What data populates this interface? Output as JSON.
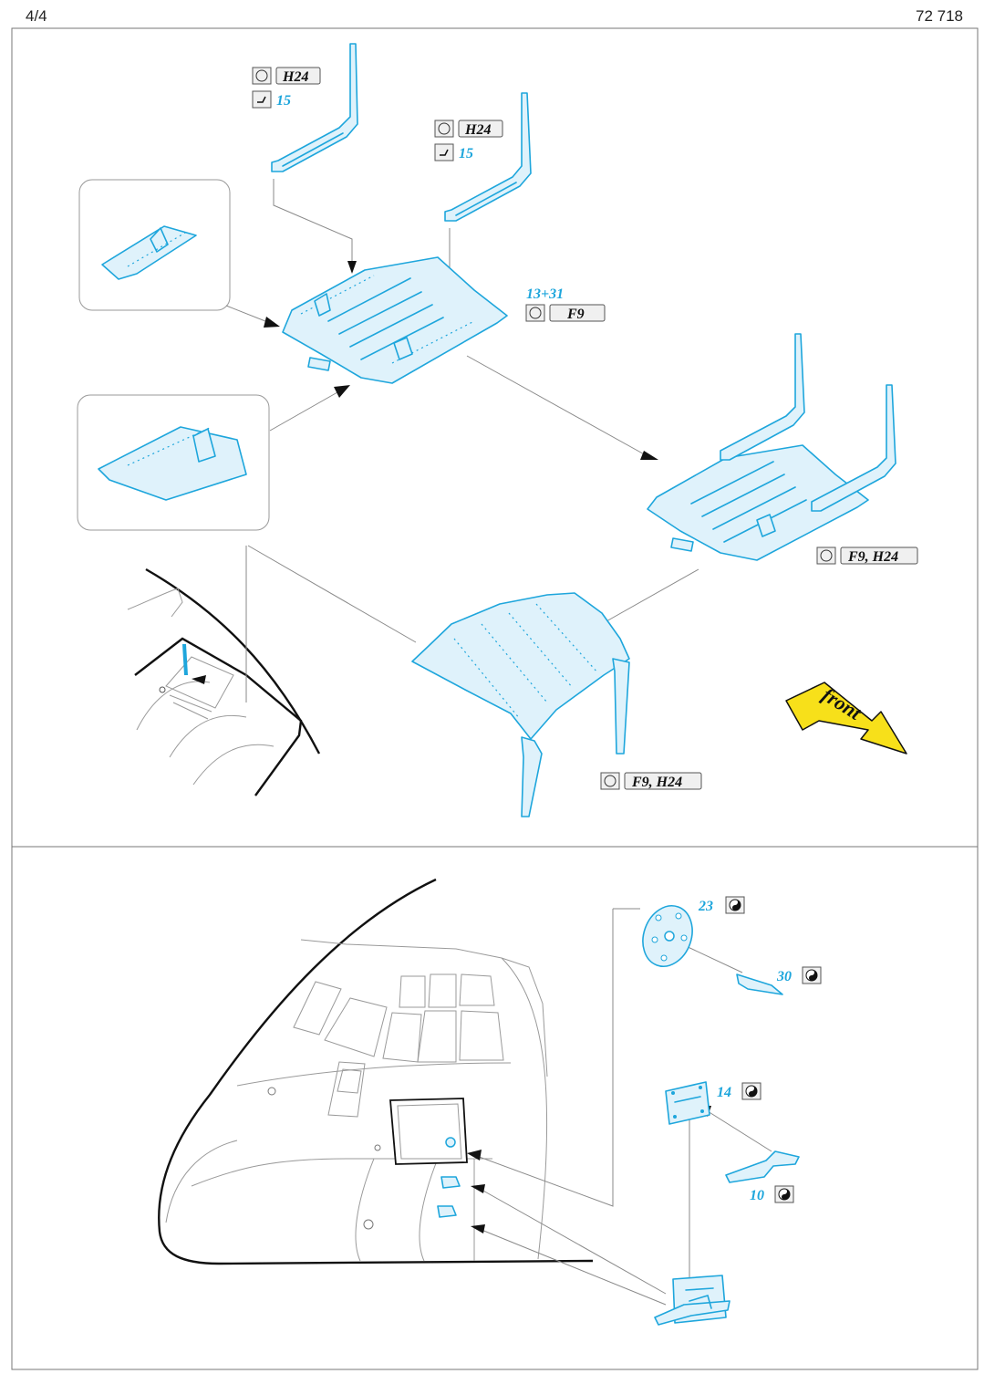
{
  "header": {
    "page": "4/4",
    "set_number": "72 718"
  },
  "labels": {
    "h24": "H24",
    "f9": "F9",
    "f9_h24": "F9, H24",
    "part_15": "15",
    "part_13_31": "13+31",
    "part_23": "23",
    "part_30": "30",
    "part_14": "14",
    "part_10": "10",
    "front": "front"
  },
  "icons": {
    "remove": "registered-circle-icon",
    "bend": "bend-icon",
    "paint": "yin-yang-icon",
    "direction": "front-arrow-icon"
  },
  "colors": {
    "photo_etch": "#1ea6dc",
    "front_arrow": "#f7e01a"
  }
}
